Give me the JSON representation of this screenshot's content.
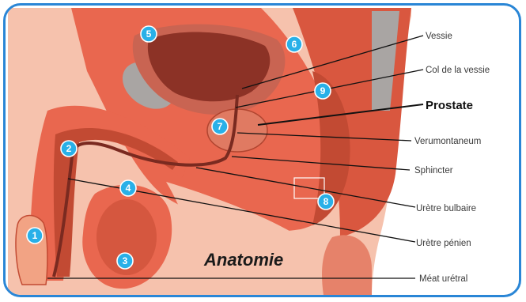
{
  "caption": "Anatomie",
  "labels": [
    {
      "text": "Vessie",
      "bold": false
    },
    {
      "text": "Col de la vessie",
      "bold": false
    },
    {
      "text": "Prostate",
      "bold": true
    },
    {
      "text": "Verumontaneum",
      "bold": false
    },
    {
      "text": "Sphincter",
      "bold": false
    },
    {
      "text": "Urètre bulbaire",
      "bold": false
    },
    {
      "text": "Urètre pénien",
      "bold": false
    },
    {
      "text": "Méat urétral",
      "bold": false
    }
  ],
  "badges": [
    "1",
    "2",
    "3",
    "4",
    "5",
    "6",
    "7",
    "8",
    "9"
  ],
  "colors": {
    "frame": "#2a86d6",
    "skin": "#f2a384",
    "tissue": "#e9674f",
    "dark_tissue": "#c24a33",
    "bladder": "#9a3a2d",
    "bone": "#a9a5a3",
    "badge": "#29b0e8"
  }
}
